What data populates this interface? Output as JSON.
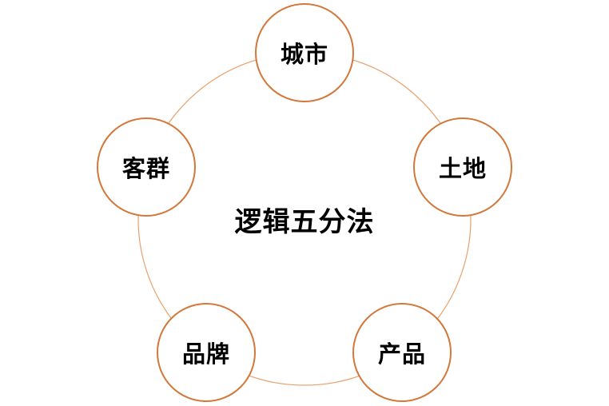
{
  "title": "逻辑五分法",
  "accent_color": "#d2783a",
  "nodes": [
    {
      "label": "城市",
      "position": "top"
    },
    {
      "label": "土地",
      "position": "right"
    },
    {
      "label": "产品",
      "position": "bottom-right"
    },
    {
      "label": "品牌",
      "position": "bottom-left"
    },
    {
      "label": "客群",
      "position": "left"
    }
  ]
}
